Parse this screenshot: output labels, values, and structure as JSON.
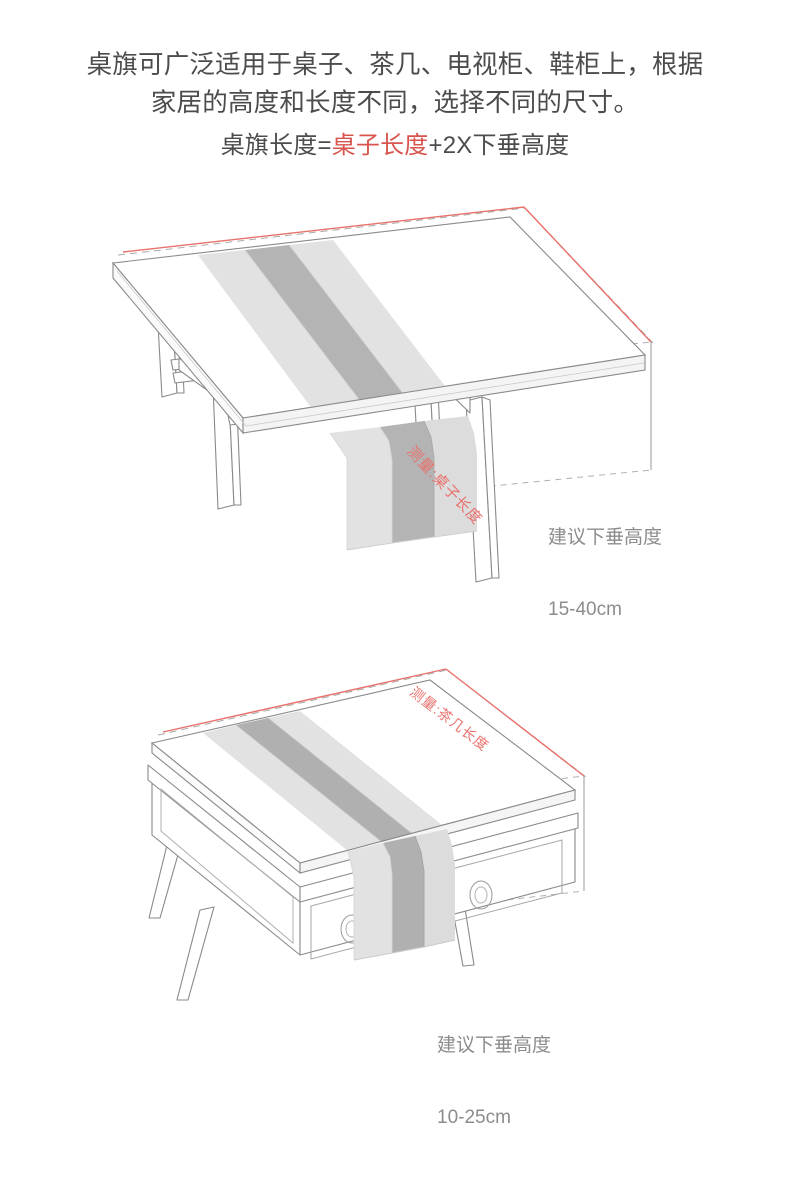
{
  "headline": {
    "line1": "桌旗可广泛适用于桌子、茶几、电视柜、鞋柜上，根据",
    "line2": "家居的高度和长度不同，选择不同的尺寸。",
    "formula_prefix": "桌旗长度=",
    "formula_accent": "桌子长度",
    "formula_suffix": "+2X下垂高度",
    "text_color": "#4c4c4c",
    "accent_color": "#d9544e"
  },
  "figures": [
    {
      "id": "dining-table",
      "name": "dining-table-with-runner",
      "measure_label": "测量:桌子长度",
      "measure_color": "#e8716c",
      "drop_caption_title": "建议下垂高度",
      "drop_caption_value": "15-40cm",
      "caption_color": "#8c8c8c",
      "runner_edge_color": "#e2e2e2",
      "runner_center_color": "#b4b4b4",
      "outline_color": "#7a7a7a"
    },
    {
      "id": "coffee-table",
      "name": "coffee-table-cabinet-with-runner",
      "measure_label": "测量:茶几长度",
      "measure_color": "#e8716c",
      "drop_caption_title": "建议下垂高度",
      "drop_caption_value": "10-25cm",
      "caption_color": "#8c8c8c",
      "runner_edge_color": "#e2e2e2",
      "runner_center_color": "#b0b0b0",
      "outline_color": "#7a7a7a",
      "drawer_count": 2
    }
  ]
}
